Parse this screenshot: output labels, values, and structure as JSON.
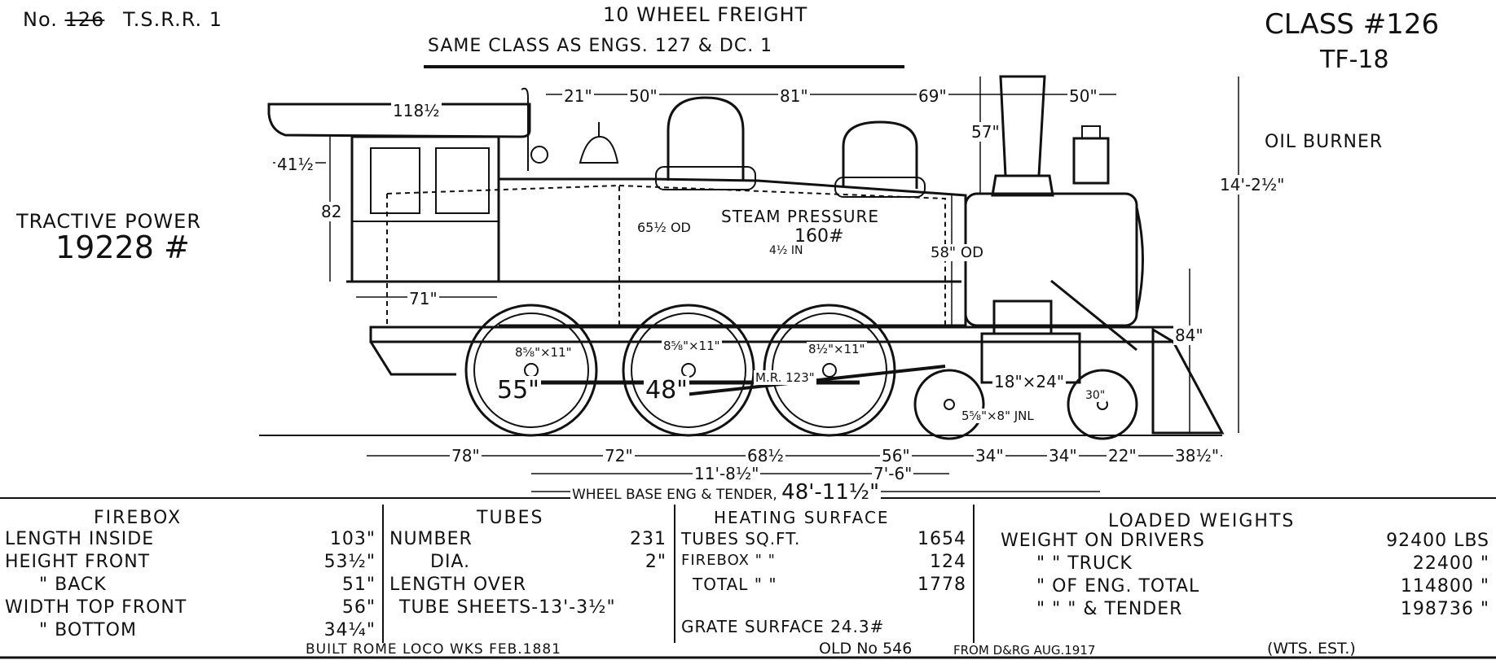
{
  "header": {
    "number_prefix": "No.",
    "number_struck": "126",
    "railroad": "T.S.R.R. 1",
    "title": "10 WHEEL FREIGHT",
    "subtitle": "SAME CLASS AS ENGS. 127 & DC. 1",
    "class_label": "CLASS #126",
    "class_code": "TF-18"
  },
  "fuel": "OIL BURNER",
  "tractive_power": {
    "label": "TRACTIVE POWER",
    "value": "19228 #"
  },
  "boiler": {
    "label": "STEAM PRESSURE",
    "value": "160#"
  },
  "dimensions": {
    "roof": "118½",
    "overhang": "41½",
    "cab_height": "82",
    "cab_rear": "71\"",
    "top_21": "21\"",
    "top_50a": "50\"",
    "top_81": "81\"",
    "top_69": "69\"",
    "top_50b": "50\"",
    "stack": "57\"",
    "overall_height": "14'-2½\"",
    "dome": "65½ OD",
    "boiler_od": "58\" OD",
    "boiler_offset": "4½ IN",
    "pilot_height": "84\"",
    "driver_dia_1": "55\"",
    "driver_dia_2": "48\"",
    "bearing_1": "8⅝\"×11\"",
    "bearing_2": "8⅝\"×11\"",
    "bearing_3": "8½\"×11\"",
    "main_rod": "M.R. 123\"",
    "cylinder": "18\"×24\"",
    "truck_wheel": "30\"",
    "truck_journal": "5⅝\"×8\" JNL",
    "b_78": "78\"",
    "b_72": "72\"",
    "b_68": "68½",
    "b_56": "56\"",
    "b_34a": "34\"",
    "b_34b": "34\"",
    "b_22": "22\"",
    "b_38": "38½\"",
    "rigid_wb": "11'-8½\"",
    "engine_wb": "7'-6\"",
    "wheelbase_label": "WHEEL BASE ENG & TENDER,",
    "wheelbase_value": "48'-11½\""
  },
  "firebox": {
    "title": "FIREBOX",
    "rows": [
      {
        "label": "LENGTH INSIDE",
        "value": "103\""
      },
      {
        "label": "HEIGHT  FRONT",
        "value": "53½\""
      },
      {
        "label": "\"       BACK",
        "value": "51\""
      },
      {
        "label": "WIDTH TOP FRONT",
        "value": "56\""
      },
      {
        "label": "\"     BOTTOM",
        "value": "34¼\""
      }
    ]
  },
  "tubes": {
    "title": "TUBES",
    "rows": [
      {
        "label": "NUMBER",
        "value": "231"
      },
      {
        "label": "DIA.",
        "value": "2\""
      }
    ],
    "length_label": "LENGTH OVER",
    "length_row": "TUBE SHEETS-13'-3½\""
  },
  "heating": {
    "title": "HEATING SURFACE",
    "rows": [
      {
        "label": "TUBES  SQ.FT.",
        "value": "1654"
      },
      {
        "label": "FIREBOX  \"  \"",
        "value": "124"
      },
      {
        "label": "TOTAL   \"  \"",
        "value": "1778"
      }
    ],
    "grate": "GRATE SURFACE  24.3#"
  },
  "weights": {
    "title": "LOADED WEIGHTS",
    "rows": [
      {
        "label": "WEIGHT ON DRIVERS",
        "value": "92400 LBS"
      },
      {
        "label": "\"     \"  TRUCK",
        "value": "22400 \""
      },
      {
        "label": "\"   OF ENG. TOTAL",
        "value": "114800 \""
      },
      {
        "label": "\"    \"    \" & TENDER",
        "value": "198736 \""
      }
    ]
  },
  "footer": {
    "built": "BUILT ROME LOCO WKS  FEB.1881",
    "old_no": "OLD No 546",
    "from": "FROM D&RG  AUG.1917",
    "est": "(WTS. EST.)"
  }
}
